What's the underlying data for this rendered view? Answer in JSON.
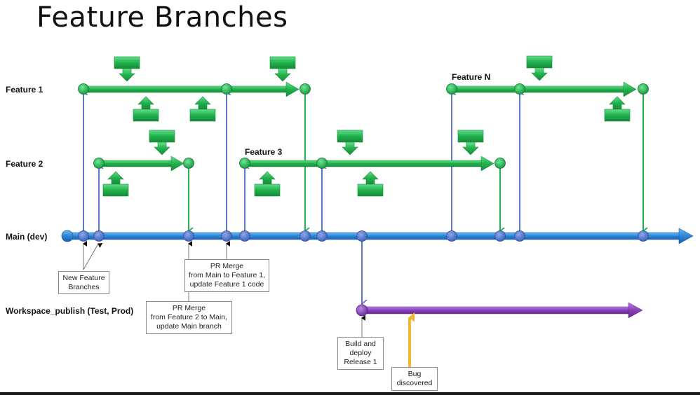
{
  "title": "Feature Branches",
  "lanes": {
    "feature1": "Feature 1",
    "feature2": "Feature 2",
    "main": "Main (dev)",
    "publish": "Workspace_publish (Test, Prod)"
  },
  "branch_tags": {
    "feature3": "Feature 3",
    "featureN": "Feature N"
  },
  "callouts": {
    "new_branches": "New Feature Branches",
    "pr_main_to_f1": [
      "PR Merge",
      "from Main to Feature 1,",
      "update Feature 1 code"
    ],
    "pr_f2_to_main": [
      "PR Merge",
      "from Feature 2 to Main,",
      "update Main branch"
    ],
    "build_deploy": [
      "Build and",
      "deploy",
      "Release 1"
    ],
    "bug": [
      "Bug",
      "discovered"
    ]
  },
  "colors": {
    "feature_green": "#22b14c",
    "main_blue": "#2e86d6",
    "node_blue": "#4a72c8",
    "publish_purple": "#8a3fb8",
    "bug_orange": "#f2b630",
    "connector_blue": "#5a78c8"
  },
  "icons": {
    "commit_down": "commit-push-down-icon",
    "commit_up": "commit-pull-up-icon"
  }
}
